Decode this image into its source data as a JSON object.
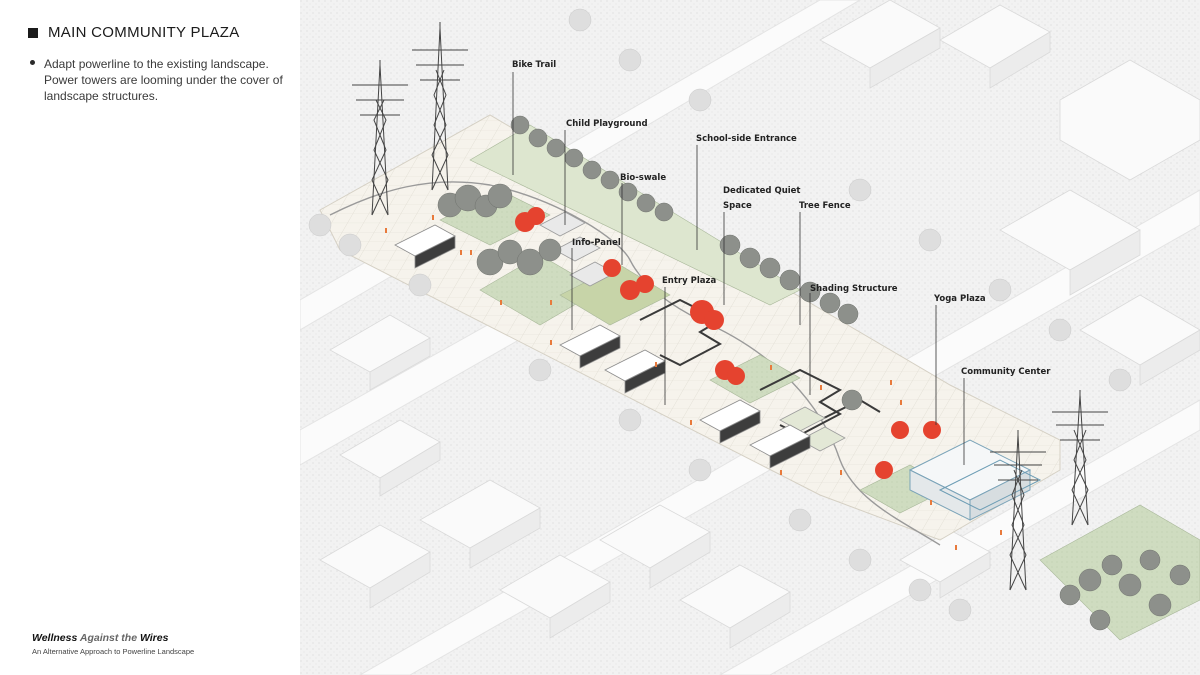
{
  "panel": {
    "title": "MAIN COMMUNITY PLAZA",
    "bullet": "Adapt powerline to the existing landscape. Power towers are looming under the cover of landscape structures.",
    "project_title_part1": "Wellness ",
    "project_title_part2": "Against the",
    "project_title_part3": " Wires",
    "project_subtitle": "An Alternative Approach to Powerline Landscape"
  },
  "labels": {
    "bike_trail": "Bike Trail",
    "child_playground": "Child Playground",
    "school_entrance": "School-side Entrance",
    "bio_swale": "Bio-swale",
    "quiet_space_line1": "Dedicated Quiet",
    "quiet_space_line2": "Space",
    "tree_fence": "Tree Fence",
    "info_panel": "Info-Panel",
    "entry_plaza": "Entry Plaza",
    "shading_structure": "Shading Structure",
    "yoga_plaza": "Yoga Plaza",
    "community_center": "Community Center"
  },
  "colors": {
    "accent_red": "#e5432f",
    "tree_grey": "#8a8d88",
    "lawn_green": "#cddcbc",
    "building_white": "#f4f4f4",
    "stipple": "#e6e6e6"
  }
}
